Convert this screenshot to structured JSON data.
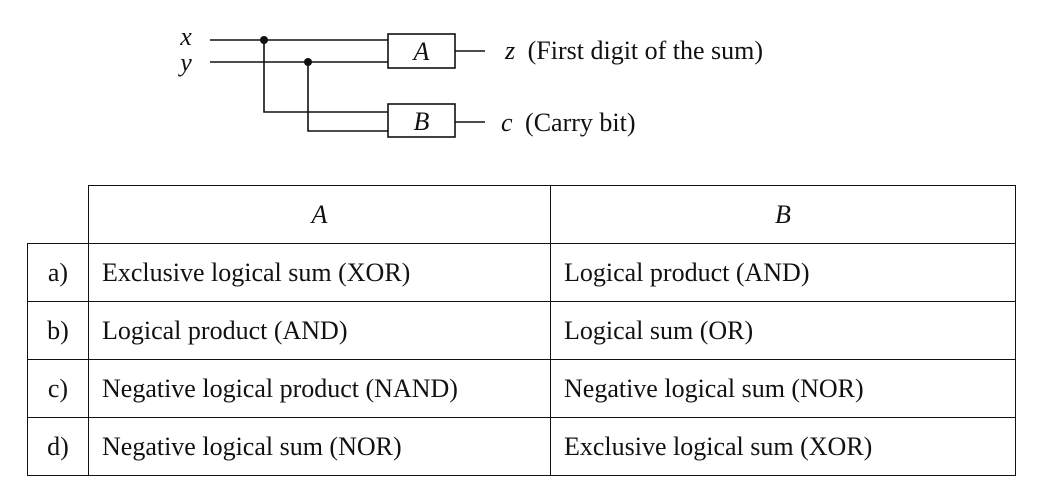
{
  "diagram": {
    "inputs": {
      "x": "x",
      "y": "y"
    },
    "gates": {
      "a": "A",
      "b": "B"
    },
    "outputs": {
      "z_var": "z",
      "z_desc": "(First digit of the sum)",
      "c_var": "c",
      "c_desc": "(Carry bit)"
    }
  },
  "table": {
    "headers": {
      "a": "A",
      "b": "B"
    },
    "rows": [
      {
        "option": "a)",
        "a": "Exclusive logical sum (XOR)",
        "b": "Logical product (AND)"
      },
      {
        "option": "b)",
        "a": "Logical product (AND)",
        "b": "Logical sum (OR)"
      },
      {
        "option": "c)",
        "a": "Negative logical product (NAND)",
        "b": "Negative logical sum (NOR)"
      },
      {
        "option": "d)",
        "a": "Negative logical sum (NOR)",
        "b": "Exclusive logical sum (XOR)"
      }
    ]
  }
}
